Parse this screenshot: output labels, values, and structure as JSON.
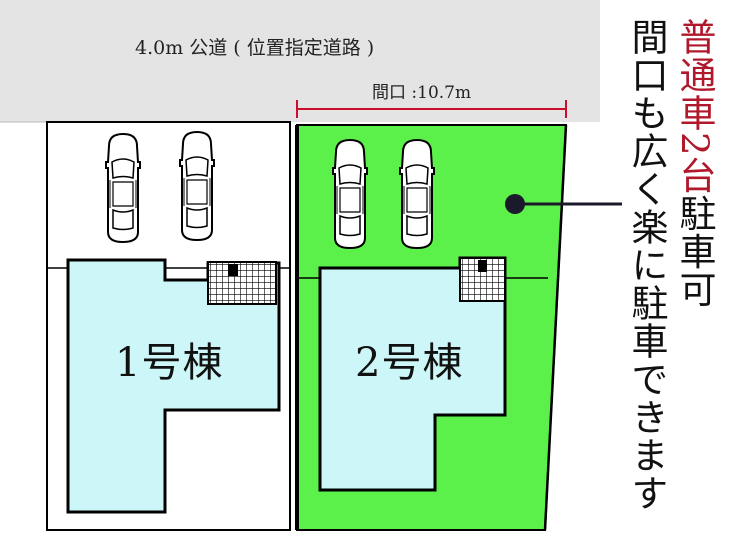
{
  "road": {
    "label": "4.0m 公道 ( 位置指定道路 )"
  },
  "frontage": {
    "label": "間口 :10.7m"
  },
  "buildings": [
    {
      "label": "1号棟"
    },
    {
      "label": "2号棟"
    }
  ],
  "caption": {
    "col1_red": "普通車2台",
    "col1_black": "駐車可",
    "col2": "間口も広く楽に駐車できます"
  },
  "colors": {
    "road": "#e4e4e4",
    "lot2_green": "#5cf04a",
    "building_fill": "#cdf6f8",
    "frontage_line": "#c8102e",
    "accent_red": "#b0182b"
  },
  "icons": [
    "car-icon",
    "pointer-dot-icon",
    "stair-grid-icon"
  ]
}
